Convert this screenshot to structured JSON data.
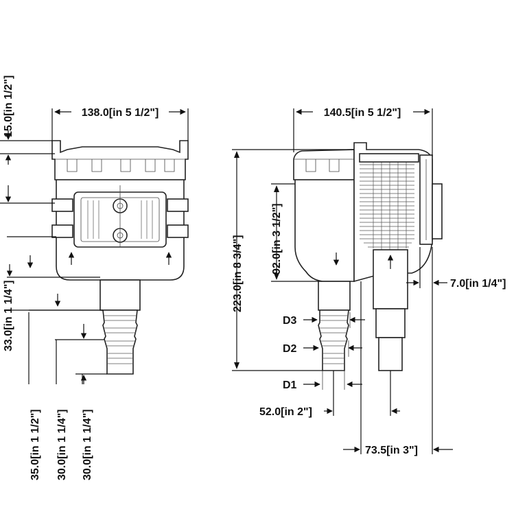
{
  "front_view": {
    "width_label": "138.0[in 5 1/2\"]",
    "top_label": "15.0[in  1/2\"]",
    "neck_label": "33.0[in 1 1/4\"]",
    "d3_label": "35.0[in 1 1/2\"]",
    "d2_label": "30.0[in 1 1/4\"]",
    "d1_label": "30.0[in 1 1/4\"]"
  },
  "side_view": {
    "width_label": "140.5[in 5 1/2\"]",
    "height_label": "223.0[in 8 3/4\"]",
    "body_label": "92.0[in 3 1/2\"]",
    "flange_label": "7.0[in  1/4\"]",
    "outlet_offset_label": "52.0[in 2\"]",
    "inlet_offset_label": "73.5[in 3\"]",
    "d3": "D3",
    "d2": "D2",
    "d1": "D1"
  },
  "colors": {
    "line": "#111111",
    "background": "#ffffff"
  }
}
